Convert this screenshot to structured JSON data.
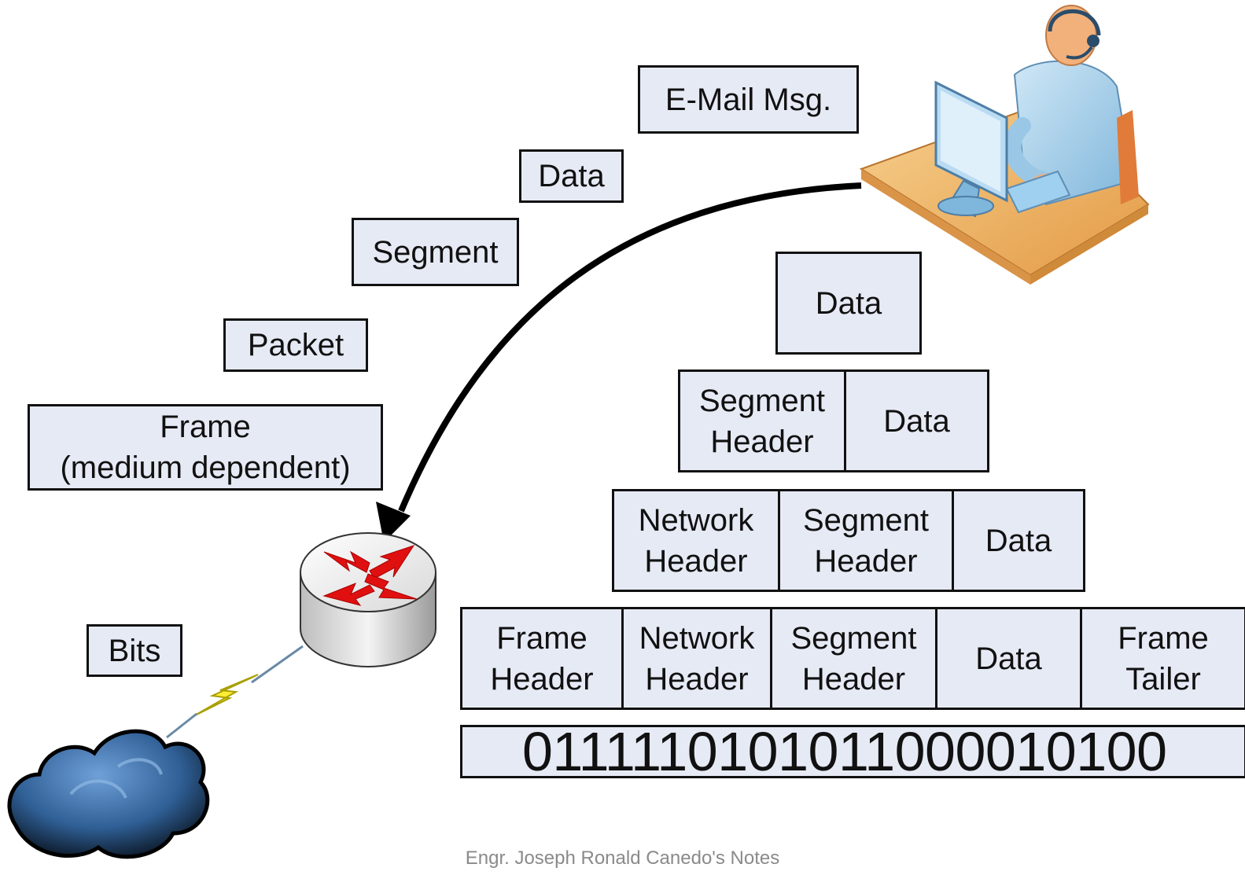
{
  "labels": {
    "email": "E-Mail Msg.",
    "data": "Data",
    "segment": "Segment",
    "packet": "Packet",
    "frame": "Frame\n(medium dependent)",
    "bits": "Bits"
  },
  "encapsulation": {
    "level1": [
      "Data"
    ],
    "level2": [
      "Segment\nHeader",
      "Data"
    ],
    "level3": [
      "Network\nHeader",
      "Segment\nHeader",
      "Data"
    ],
    "level4": [
      "Frame\nHeader",
      "Network\nHeader",
      "Segment\nHeader",
      "Data",
      "Frame\nTailer"
    ],
    "bitstream": "0111110101011000010100"
  },
  "footer": "Engr. Joseph Ronald Canedo's Notes",
  "icons": [
    "user-at-computer-icon",
    "router-icon",
    "cloud-icon",
    "lightning-link-icon",
    "curved-arrow-icon"
  ],
  "colors": {
    "box_fill": "#e6eaf5",
    "border": "#111111",
    "arrow_red": "#e01010",
    "desk": "#f2b96a"
  }
}
